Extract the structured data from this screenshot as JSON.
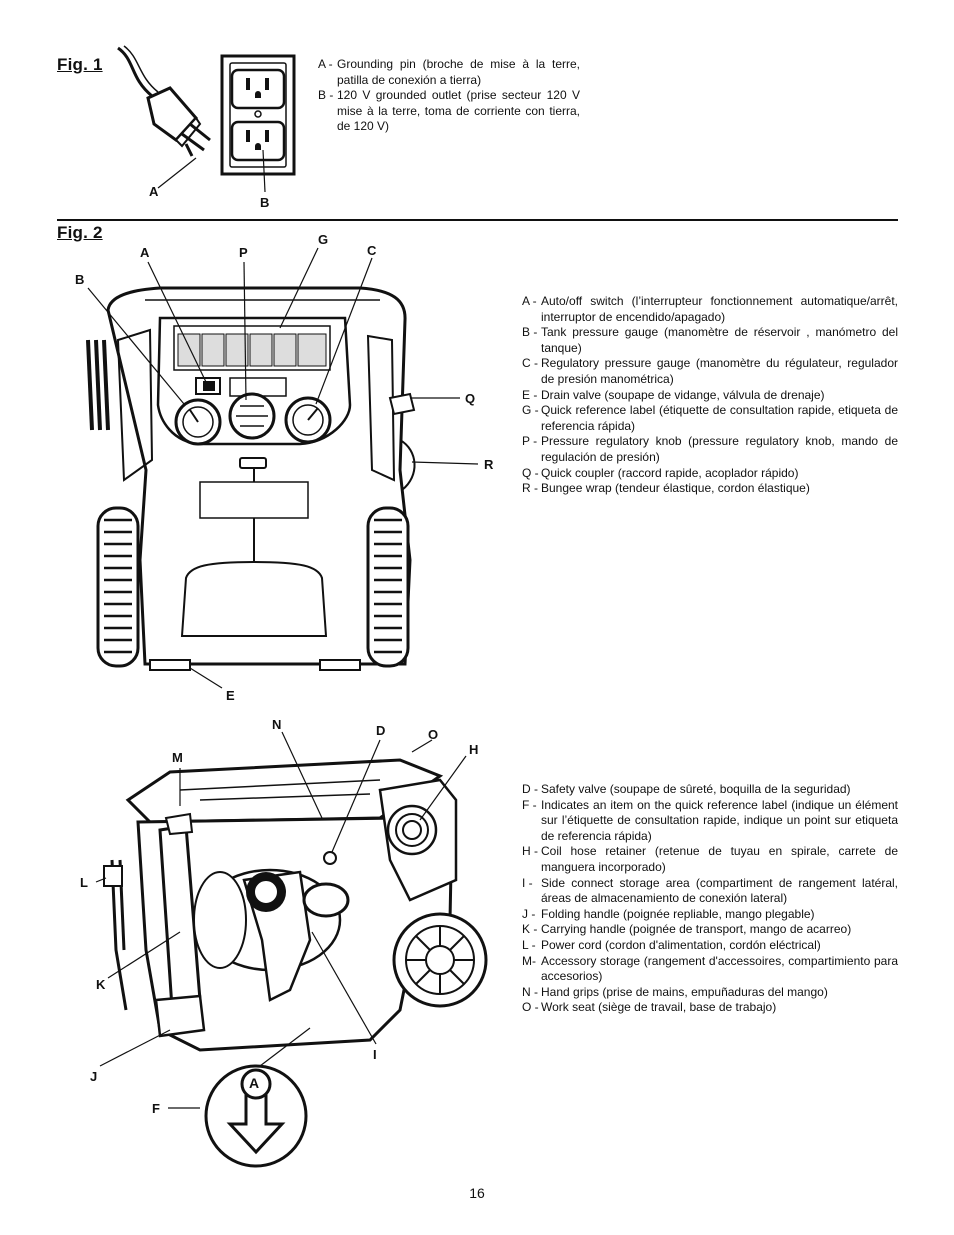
{
  "fig1": {
    "title": "Fig. 1",
    "callouts": {
      "a": "A",
      "b": "B"
    },
    "legend": [
      {
        "key": "A -",
        "text": "Grounding pin (broche de mise à la terre, patilla de conexión a tierra)"
      },
      {
        "key": "B -",
        "text": "120 V grounded outlet (prise secteur 120 V mise à la terre, toma de corriente con tierra, de 120 V)"
      }
    ]
  },
  "fig2": {
    "title": "Fig. 2",
    "front_callouts": {
      "a": "A",
      "p": "P",
      "g": "G",
      "c": "C",
      "b": "B",
      "q": "Q",
      "r": "R",
      "e": "E"
    },
    "side_callouts": {
      "n": "N",
      "d": "D",
      "o": "O",
      "h": "H",
      "m": "M",
      "l": "L",
      "k": "K",
      "j": "J",
      "i": "I",
      "f": "F"
    },
    "marker_letter": "A",
    "legend_front": [
      {
        "key": "A -",
        "text": "Auto/off switch (l’interrupteur fonctionnement automatique/arrêt, interruptor de encendido/apagado)"
      },
      {
        "key": "B -",
        "text": "Tank pressure gauge (manomètre de réservoir , manómetro del tanque)"
      },
      {
        "key": "C -",
        "text": "Regulatory pressure gauge (manomètre du régulateur, regulador de presión manométrica)"
      },
      {
        "key": "E -",
        "text": "Drain valve (soupape de vidange, válvula de drenaje)"
      },
      {
        "key": "G -",
        "text": "Quick reference label (étiquette de consultation rapide, etiqueta de referencia rápida)"
      },
      {
        "key": "P -",
        "text": "Pressure regulatory knob (pressure regulatory knob, mando de regulación de presión)"
      },
      {
        "key": "Q -",
        "text": "Quick coupler (raccord rapide, acoplador rápido)"
      },
      {
        "key": "R -",
        "text": "Bungee wrap (tendeur élastique, cordon élastique)"
      }
    ],
    "legend_side": [
      {
        "key": "D -",
        "text": "Safety valve (soupape de sûreté, boquilla de la seguridad)"
      },
      {
        "key": "F -",
        "text": "Indicates an item on the quick reference label (indique un élément sur l’étiquette de consultation rapide, indique un point sur etiqueta de referencia rápida)"
      },
      {
        "key": "H -",
        "text": "Coil hose retainer (retenue de tuyau en spirale, carrete de manguera incorporado)"
      },
      {
        "key": "I -",
        "text": "Side connect storage area (compartiment de rangement latéral, áreas de almacenamiento de conexión lateral)"
      },
      {
        "key": "J -",
        "text": "Folding handle (poignée repliable, mango plegable)"
      },
      {
        "key": "K -",
        "text": "Carrying handle (poignée de transport, mango de acarreo)"
      },
      {
        "key": "L -",
        "text": "Power cord (cordon d'alimentation, cordón eléctrical)"
      },
      {
        "key": "M-",
        "text": "Accessory storage (rangement d'accessoires, compartimiento para accesorios)"
      },
      {
        "key": "N -",
        "text": "Hand grips (prise de mains, empuñaduras del mango)"
      },
      {
        "key": "O -",
        "text": "Work seat (siège de travail, base de trabajo)"
      }
    ]
  },
  "page_number": "16"
}
